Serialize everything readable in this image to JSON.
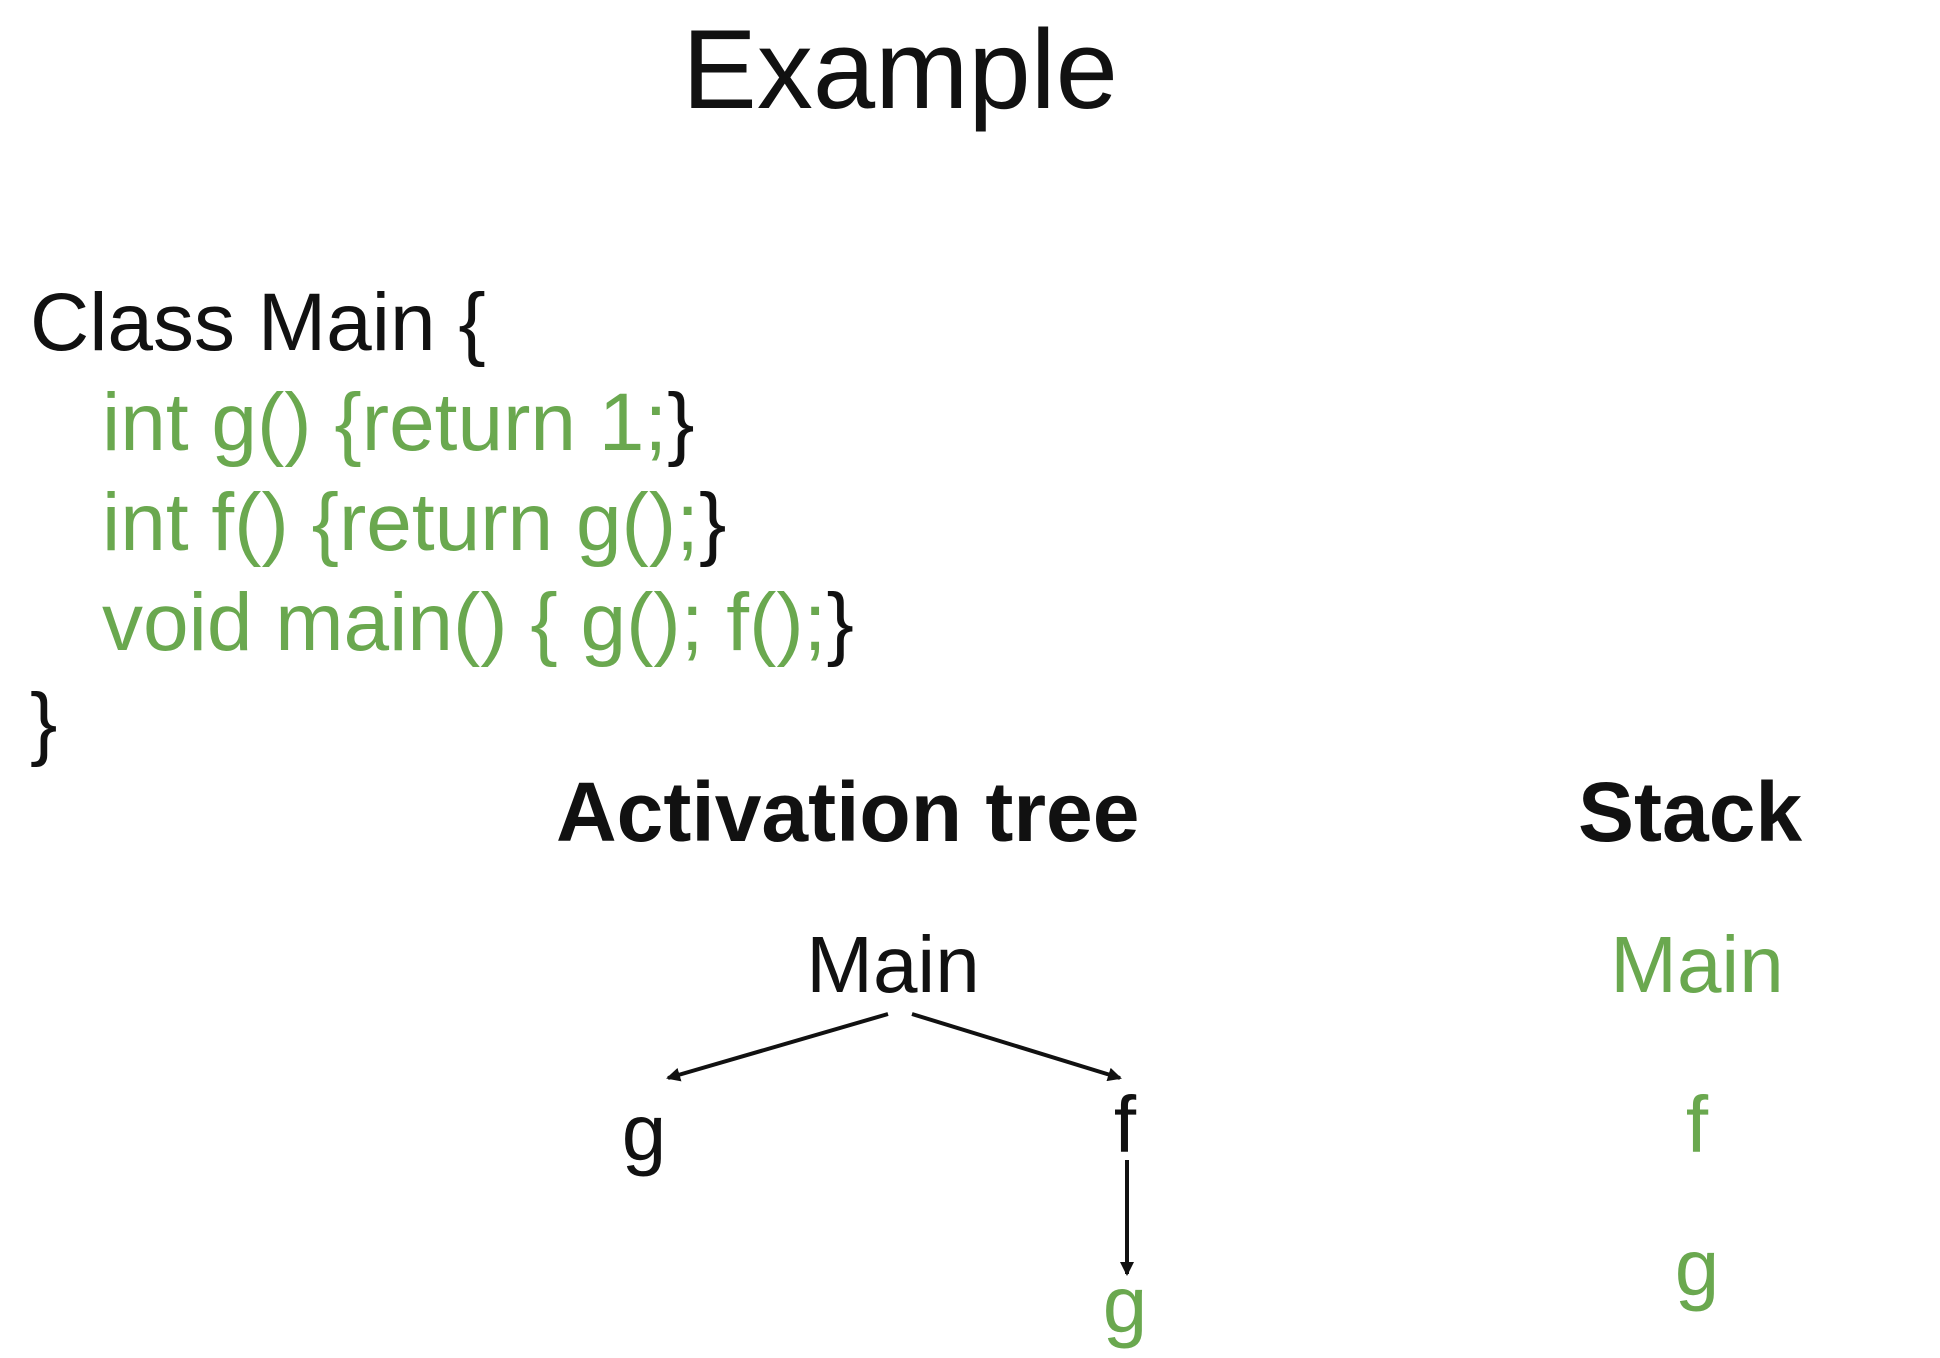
{
  "title": "Example",
  "code": {
    "line1": "Class Main {",
    "line2_green": "int g() {return 1;",
    "line2_black": "}",
    "line3_green": "int f() {return g();",
    "line3_black": "}",
    "line4_green": "void main() { g(); f();",
    "line4_black": "}",
    "line5": "}"
  },
  "activation_tree": {
    "heading": "Activation tree",
    "nodes": {
      "main": "Main",
      "g_left": "g",
      "f": "f",
      "g_child": "g"
    }
  },
  "stack": {
    "heading": "Stack",
    "items": [
      "Main",
      "f",
      "g"
    ]
  },
  "colors": {
    "highlight": "#6aa84f",
    "text": "#111111"
  }
}
